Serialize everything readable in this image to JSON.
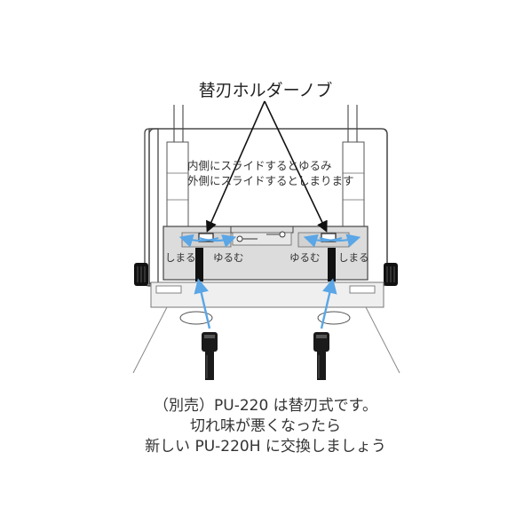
{
  "title": "替刃ホルダーノブ",
  "notes": {
    "line1": "内側にスライドするとゆるみ",
    "line2": "外側にスライドするとしまります"
  },
  "labels": {
    "left_tighten": "しまる",
    "left_loosen": "ゆるむ",
    "right_loosen": "ゆるむ",
    "right_tighten": "しまる"
  },
  "caption": {
    "line1": "（別売）PU-220 は替刃式です。",
    "line2": "切れ味が悪くなったら",
    "line3": "新しい PU-220H に交換しましょう"
  },
  "colors": {
    "arrow_blue": "#5aa6e6",
    "outline": "#333333",
    "panel_grey": "#dcdcdc"
  }
}
